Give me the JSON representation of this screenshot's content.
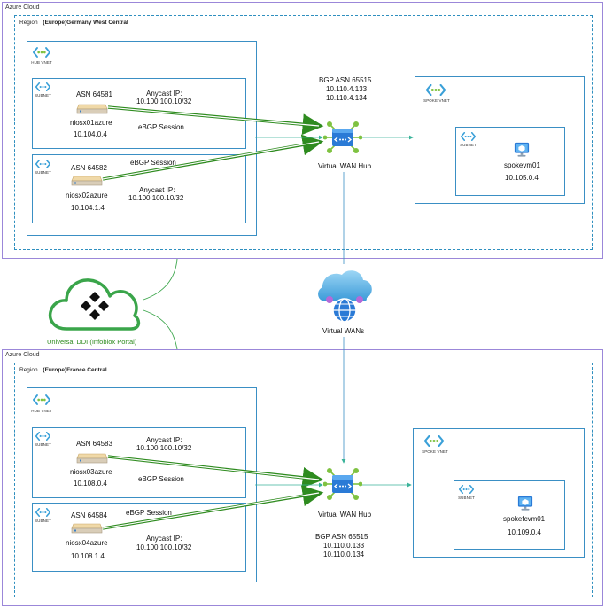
{
  "clouds": [
    {
      "label": "Azure Cloud",
      "region_prefix": "Region",
      "region_name": "(Europe)Germany West Central",
      "hub_vnet": {
        "label": "HUB VNET",
        "subnets": [
          {
            "label": "SUBNET",
            "asn": "ASN 64581",
            "name": "niosx01azure",
            "ip": "10.104.0.4",
            "anycast_label": "Anycast IP:",
            "anycast_ip": "10.100.100.10/32",
            "session": "eBGP Session"
          },
          {
            "label": "SUBNET",
            "asn": "ASN 64582",
            "name": "niosx02azure",
            "ip": "10.104.1.4",
            "anycast_label": "Anycast IP:",
            "anycast_ip": "10.100.100.10/32",
            "session": "eBGP Session"
          }
        ]
      },
      "wan_hub": {
        "label": "Virtual WAN Hub",
        "bgp_asn": "BGP ASN 65515",
        "ip1": "10.110.4.133",
        "ip2": "10.110.4.134"
      },
      "spoke_vnet": {
        "label": "SPOKE VNET",
        "subnet_label": "SUBNET",
        "vm_name": "spokevm01",
        "vm_ip": "10.105.0.4"
      }
    },
    {
      "label": "Azure Cloud",
      "region_prefix": "Region",
      "region_name": "(Europe)France Central",
      "hub_vnet": {
        "label": "HUB VNET",
        "subnets": [
          {
            "label": "SUBNET",
            "asn": "ASN 64583",
            "name": "niosx03azure",
            "ip": "10.108.0.4",
            "anycast_label": "Anycast IP:",
            "anycast_ip": "10.100.100.10/32",
            "session": "eBGP Session"
          },
          {
            "label": "SUBNET",
            "asn": "ASN 64584",
            "name": "niosx04azure",
            "ip": "10.108.1.4",
            "anycast_label": "Anycast IP:",
            "anycast_ip": "10.100.100.10/32",
            "session": "eBGP Session"
          }
        ]
      },
      "wan_hub": {
        "label": "Virtual WAN Hub",
        "bgp_asn": "BGP ASN 65515",
        "ip1": "10.110.0.133",
        "ip2": "10.110.0.134"
      },
      "spoke_vnet": {
        "label": "SPOKE VNET",
        "subnet_label": "SUBNET",
        "vm_name": "spokefcvm01",
        "vm_ip": "10.109.0.4"
      }
    }
  ],
  "universal_ddi": {
    "label": "Universal DDI (Infoblox Portal)"
  },
  "virtual_wans": {
    "label": "Virtual WANs"
  },
  "colors": {
    "cloud_border": "#9b87d9",
    "region_border": "#2f8fbf",
    "vnet_border": "#3a8fc4",
    "ebgp_arrow": "#2e8b1f",
    "line": "#3ab39a",
    "ddi_green": "#3aa54a"
  },
  "icons": {
    "vnet": "vnet-icon",
    "subnet": "subnet-icon",
    "nva": "nva-server-icon",
    "hub": "virtual-wan-hub-icon",
    "vm": "virtual-machine-icon",
    "ddi": "infoblox-cloud-icon",
    "wans": "virtual-wans-icon"
  }
}
